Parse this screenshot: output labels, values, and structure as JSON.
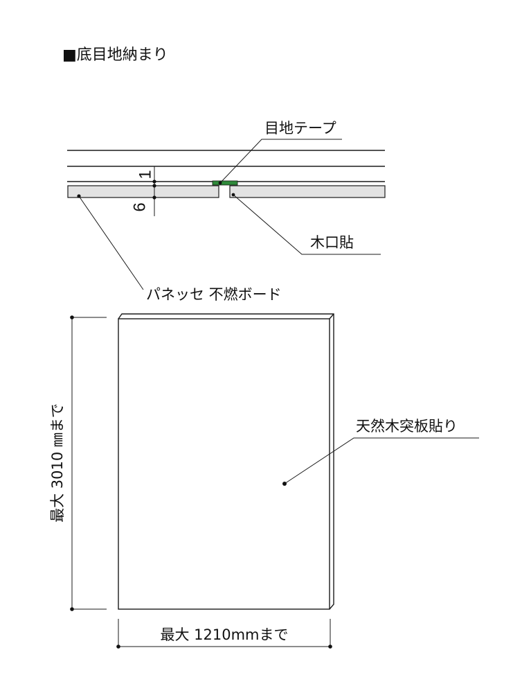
{
  "title": "■底目地納まり",
  "section": {
    "joint_tape_label": "目地テープ",
    "edge_banding_label": "木口貼",
    "board_label": "パネッセ 不燃ボード",
    "dim_top": "1",
    "dim_bottom": "6"
  },
  "panel": {
    "veneer_label": "天然木突板貼り",
    "height_label": "最大 3010 ㎜まで",
    "width_label": "最大 1210mmまで"
  },
  "colors": {
    "joint_tape": "#2f8a3a",
    "board_fill": "#e2e2e2",
    "line": "#1a1a1a"
  }
}
